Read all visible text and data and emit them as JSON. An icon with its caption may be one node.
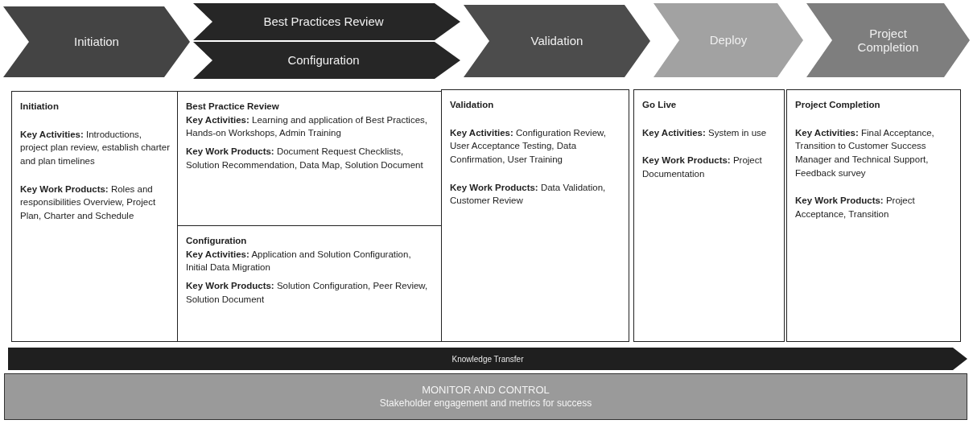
{
  "diagram": {
    "nodes": [
      {
        "text": [
          "Initiation"
        ]
      },
      {
        "text": [
          "Best Practices Review"
        ]
      },
      {
        "text": [
          "Configuration"
        ]
      },
      {
        "text": [
          "Validation"
        ]
      },
      {
        "text": [
          "Deploy"
        ]
      },
      {
        "text": [
          "Project Completion"
        ]
      },
      {
        "text": [
          "Initiation",
          "**Key Activities:** Introductions, project plan review, establish charter and plan timelines",
          "**Key Work Products:** Roles and responsibilities Overview, Project Plan, Charter and Schedule"
        ]
      },
      {
        "text": [
          "Best Practice Review",
          "**Key Activities:** Learning and application of Best Practices, Hands-on Workshops, Admin Training",
          "**Key Work Products:** Document Request Checklists, Solution Recommendation, Data Map, Solution Document"
        ]
      },
      {
        "text": [
          "Configuration",
          "**Key Activities:** Application and Solution Configuration, Initial Data Migration",
          "**Key Work Products:** Solution Configuration, Peer Review, Solution Document"
        ]
      },
      {
        "text": [
          "Validation",
          "**Key Activities:** Configuration Review, User Acceptance Testing, Data Confirmation, User Training",
          "**Key Work Products:** Data Validation, Customer Review"
        ]
      },
      {
        "text": [
          "Go Live",
          "**Key Activities:** System in use",
          "**Key Work Products:** Project Documentation"
        ]
      },
      {
        "text": [
          "Project Completion",
          "**Key Activities:** Final Acceptance, Transition to Customer Success Manager and Technical Support, Feedback survey",
          "**Key Work Products:** Project Acceptance, Transition"
        ]
      },
      {
        "text": [
          "Knowledge Transfer"
        ]
      },
      {
        "text": [
          "MONITOR AND CONTROL",
          "Stakeholder engagement and metrics for success"
        ]
      }
    ]
  }
}
